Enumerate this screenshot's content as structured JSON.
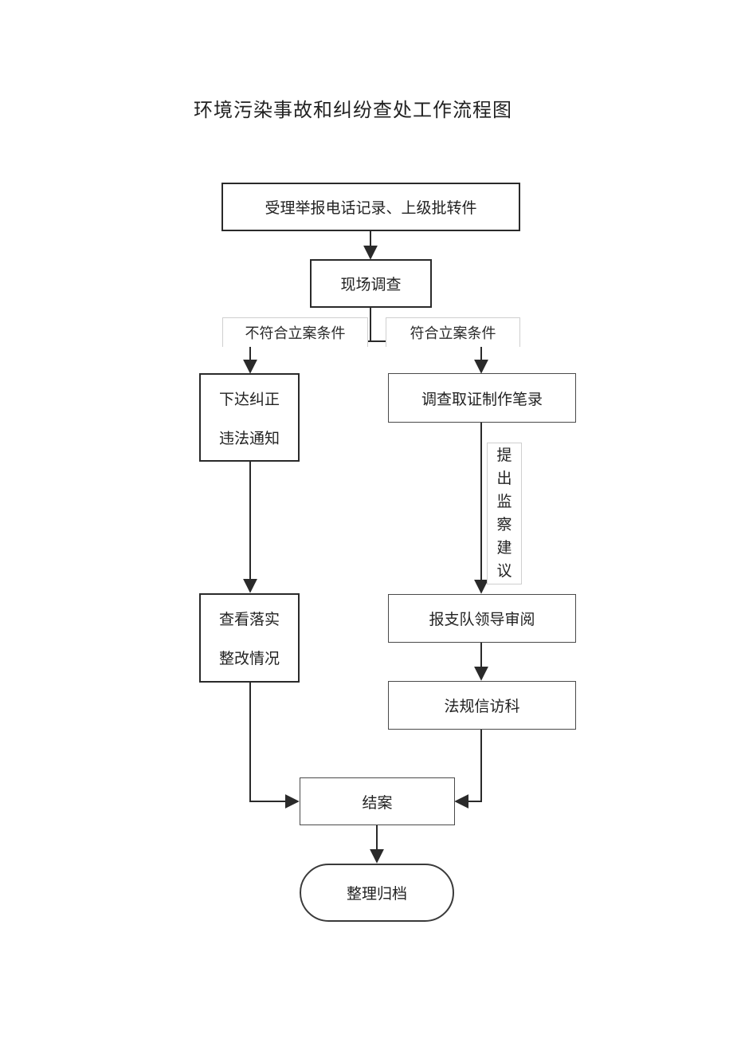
{
  "title": "环境污染事故和纠纷查处工作流程图",
  "nodes": {
    "receive": "受理举报电话记录、上级批转件",
    "inspect": "现场调查",
    "notice": [
      "下达纠正",
      "违法通知"
    ],
    "evidence": "调查取证制作笔录",
    "check": [
      "查看落实",
      "整改情况"
    ],
    "review": "报支队领导审阅",
    "legal": "法规信访科",
    "close": "结案",
    "archive": "整理归档"
  },
  "conditions": {
    "not_meet": "不符合立案条件",
    "meet": "符合立案条件"
  },
  "side_note": [
    "提",
    "出",
    "监",
    "察",
    "建",
    "议"
  ]
}
